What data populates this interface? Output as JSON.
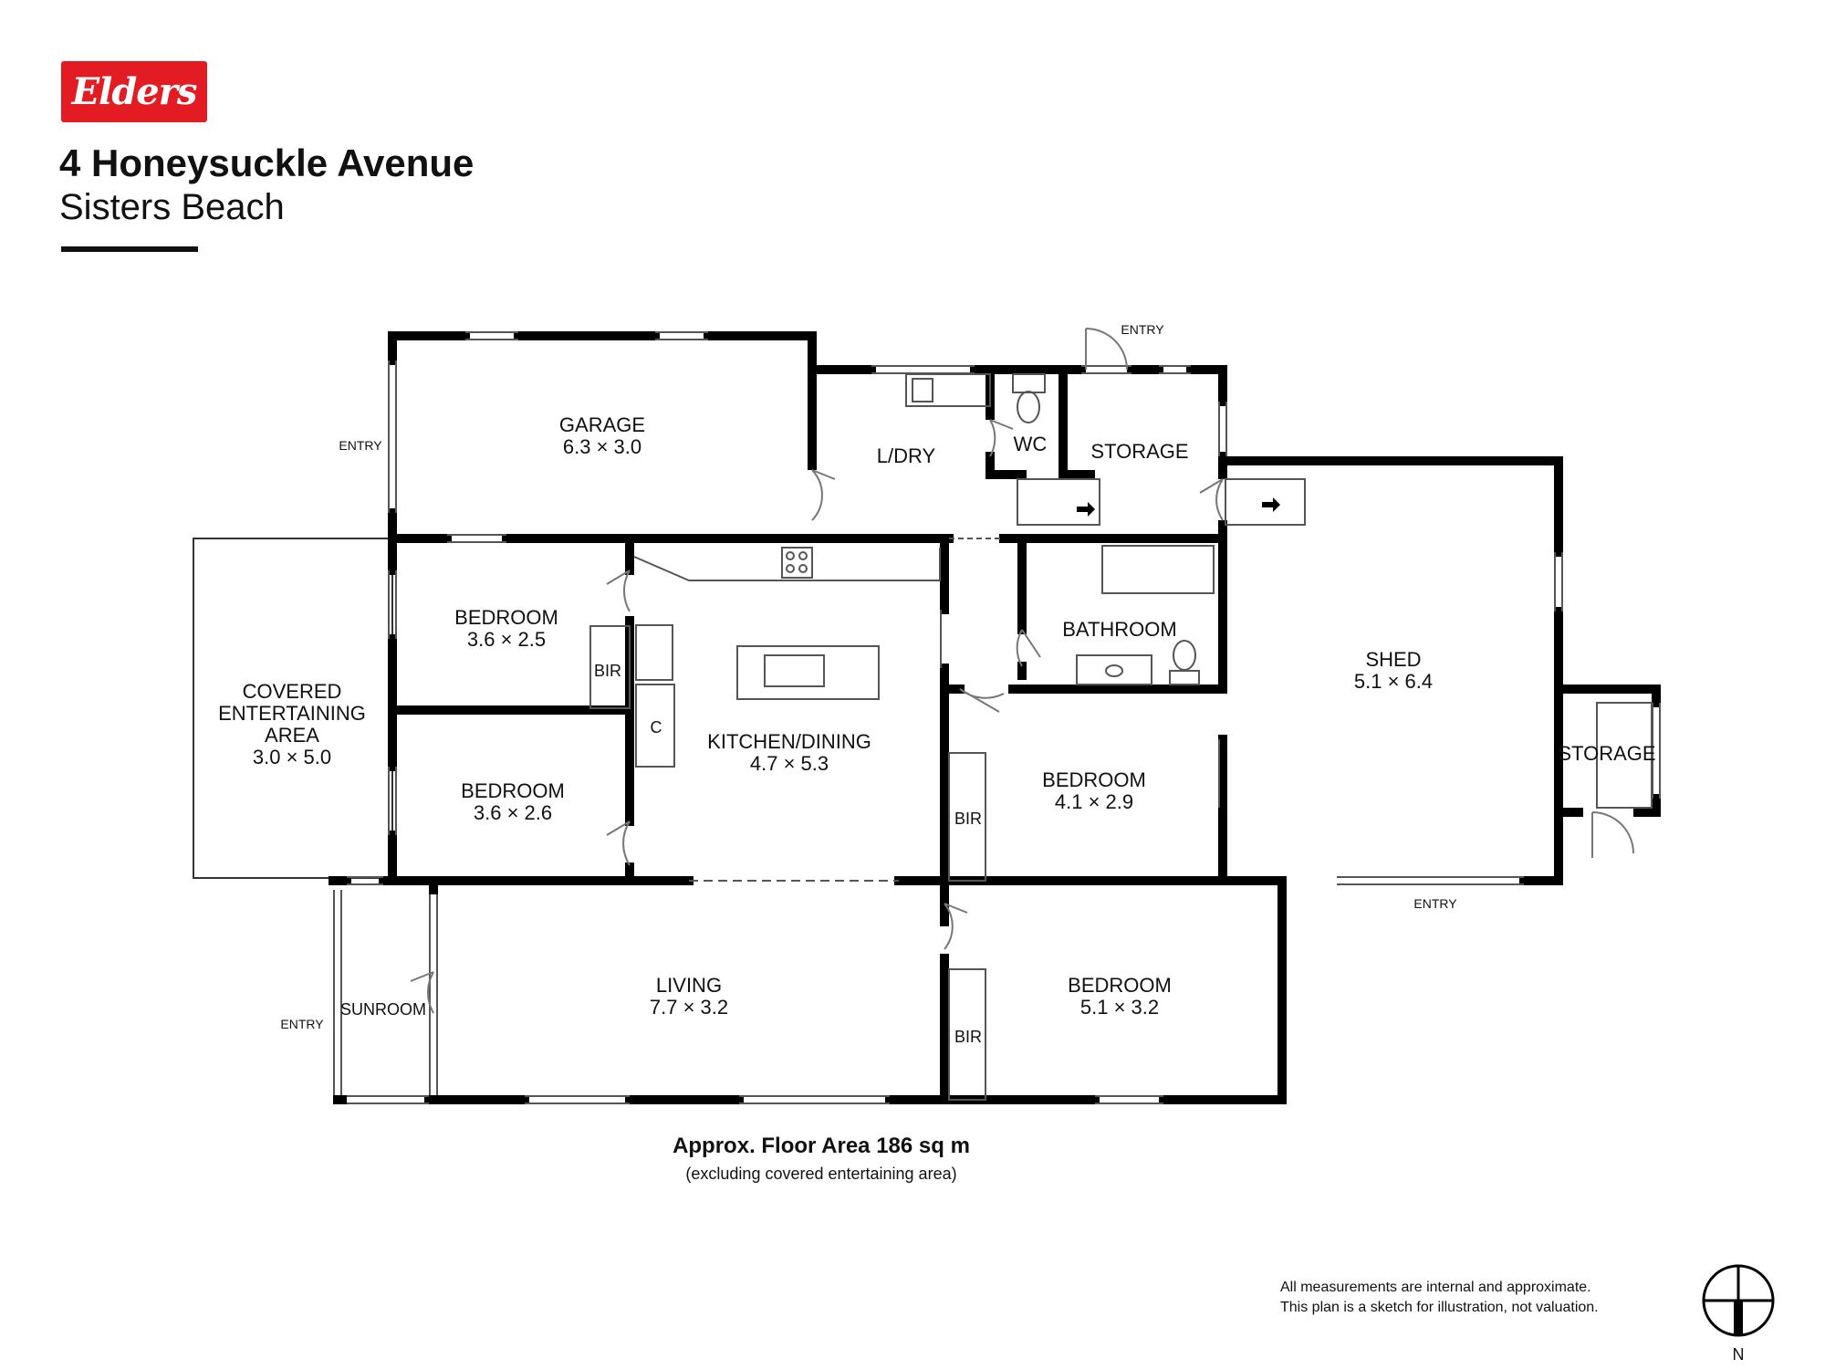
{
  "brand": {
    "logo_text": "Elders",
    "color": "#e31b23"
  },
  "property": {
    "address": "4 Honeysuckle Avenue",
    "suburb": "Sisters Beach"
  },
  "rooms": {
    "garage": {
      "name": "GARAGE",
      "size": "6.3 × 3.0"
    },
    "ldry": {
      "name": "L/DRY"
    },
    "wc": {
      "name": "WC"
    },
    "storage_top": {
      "name": "STORAGE"
    },
    "bedroom1": {
      "name": "BEDROOM",
      "size": "3.6 × 2.5"
    },
    "bedroom2": {
      "name": "BEDROOM",
      "size": "3.6 × 2.6"
    },
    "covered": {
      "line1": "COVERED",
      "line2": "ENTERTAINING",
      "line3": "AREA",
      "size": "3.0 × 5.0"
    },
    "kitchen": {
      "name": "KITCHEN/DINING",
      "size": "4.7 × 5.3"
    },
    "bathroom": {
      "name": "BATHROOM"
    },
    "shed": {
      "name": "SHED",
      "size": "5.1 × 6.4"
    },
    "storage_right": {
      "name": "STORAGE"
    },
    "bedroom3": {
      "name": "BEDROOM",
      "size": "4.1 × 2.9"
    },
    "living": {
      "name": "LIVING",
      "size": "7.7 × 3.2"
    },
    "bedroom4": {
      "name": "BEDROOM",
      "size": "5.1 × 3.2"
    },
    "sunroom": {
      "name": "SUNROOM"
    }
  },
  "labels": {
    "bir": "BIR",
    "cupboard": "C",
    "entry": "ENTRY"
  },
  "floor_area": {
    "main": "Approx. Floor Area 186 sq m",
    "note": "(excluding covered entertaining area)"
  },
  "disclaimer": {
    "line1": "All measurements are internal and approximate.",
    "line2": "This plan is a sketch for illustration, not valuation."
  },
  "compass": {
    "north": "N"
  }
}
